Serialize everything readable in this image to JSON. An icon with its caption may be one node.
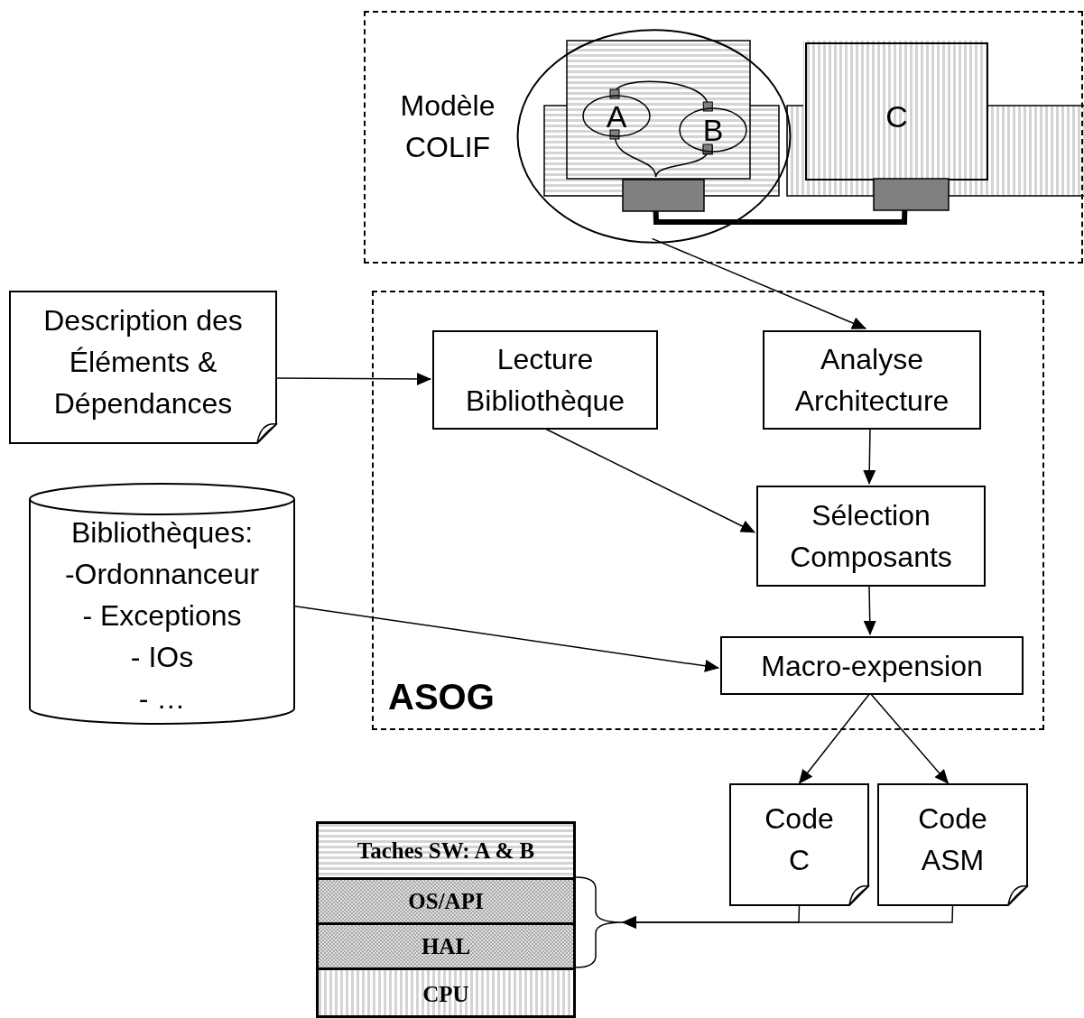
{
  "diagram": {
    "nodes": [
      {
        "text": [
          "Modèle COLIF"
        ]
      },
      {
        "text": [],
        "shape": "circle",
        "in": 0
      },
      {
        "text": [
          "A"
        ],
        "in": 1
      },
      {
        "text": [
          "B"
        ],
        "in": 1
      },
      {
        "text": [
          "C"
        ],
        "in": 0
      },
      {
        "text": [],
        "shape": "bar",
        "in": 1
      },
      {
        "text": [],
        "shape": "bar",
        "in": 0
      },
      {
        "text": [
          "ASOG"
        ]
      },
      {
        "text": [
          "Lecture Bibliothèque"
        ],
        "in": 7
      },
      {
        "text": [
          "Analyse Architecture"
        ],
        "in": 7
      },
      {
        "text": [
          "Sélection Composants"
        ],
        "in": 7
      },
      {
        "text": [
          "Macro-expension"
        ],
        "in": 7
      },
      {
        "text": [
          "Description des Éléments & Dépendances"
        ]
      },
      {
        "text": [
          "Bibliothèques:",
          "-Ordonnanceur",
          "- Exceptions",
          "- IOs",
          "- …"
        ]
      },
      {
        "text": [
          "Code C"
        ]
      },
      {
        "text": [
          "Code ASM"
        ]
      },
      {
        "text": [
          "Taches SW: A & B"
        ]
      },
      {
        "text": [
          "OS/API"
        ]
      },
      {
        "text": [
          "HAL"
        ]
      },
      {
        "text": [
          "CPU"
        ]
      },
      {
        "text": [],
        "shape": "bracket"
      }
    ],
    "edges": [
      {
        "from": 2,
        "to": 3,
        "arrow": "other"
      },
      {
        "from": 2,
        "to": 5,
        "arrow": "other"
      },
      {
        "from": 3,
        "to": 5,
        "arrow": "other"
      },
      {
        "from": 5,
        "to": 6,
        "arrow": "none",
        "style": "thick"
      },
      {
        "from": 1,
        "to": 9,
        "arrow": "to"
      },
      {
        "from": 12,
        "to": 8,
        "arrow": "to"
      },
      {
        "from": 8,
        "to": 10,
        "arrow": "to"
      },
      {
        "from": 9,
        "to": 10,
        "arrow": "to"
      },
      {
        "from": 10,
        "to": 11,
        "arrow": "to"
      },
      {
        "from": 13,
        "to": 11,
        "arrow": "to"
      },
      {
        "from": 11,
        "to": 14,
        "arrow": "to"
      },
      {
        "from": 11,
        "to": 15,
        "arrow": "to"
      },
      {
        "from": 14,
        "to": 20,
        "arrow": "to"
      },
      {
        "from": 15,
        "to": 20,
        "arrow": "to"
      }
    ]
  }
}
